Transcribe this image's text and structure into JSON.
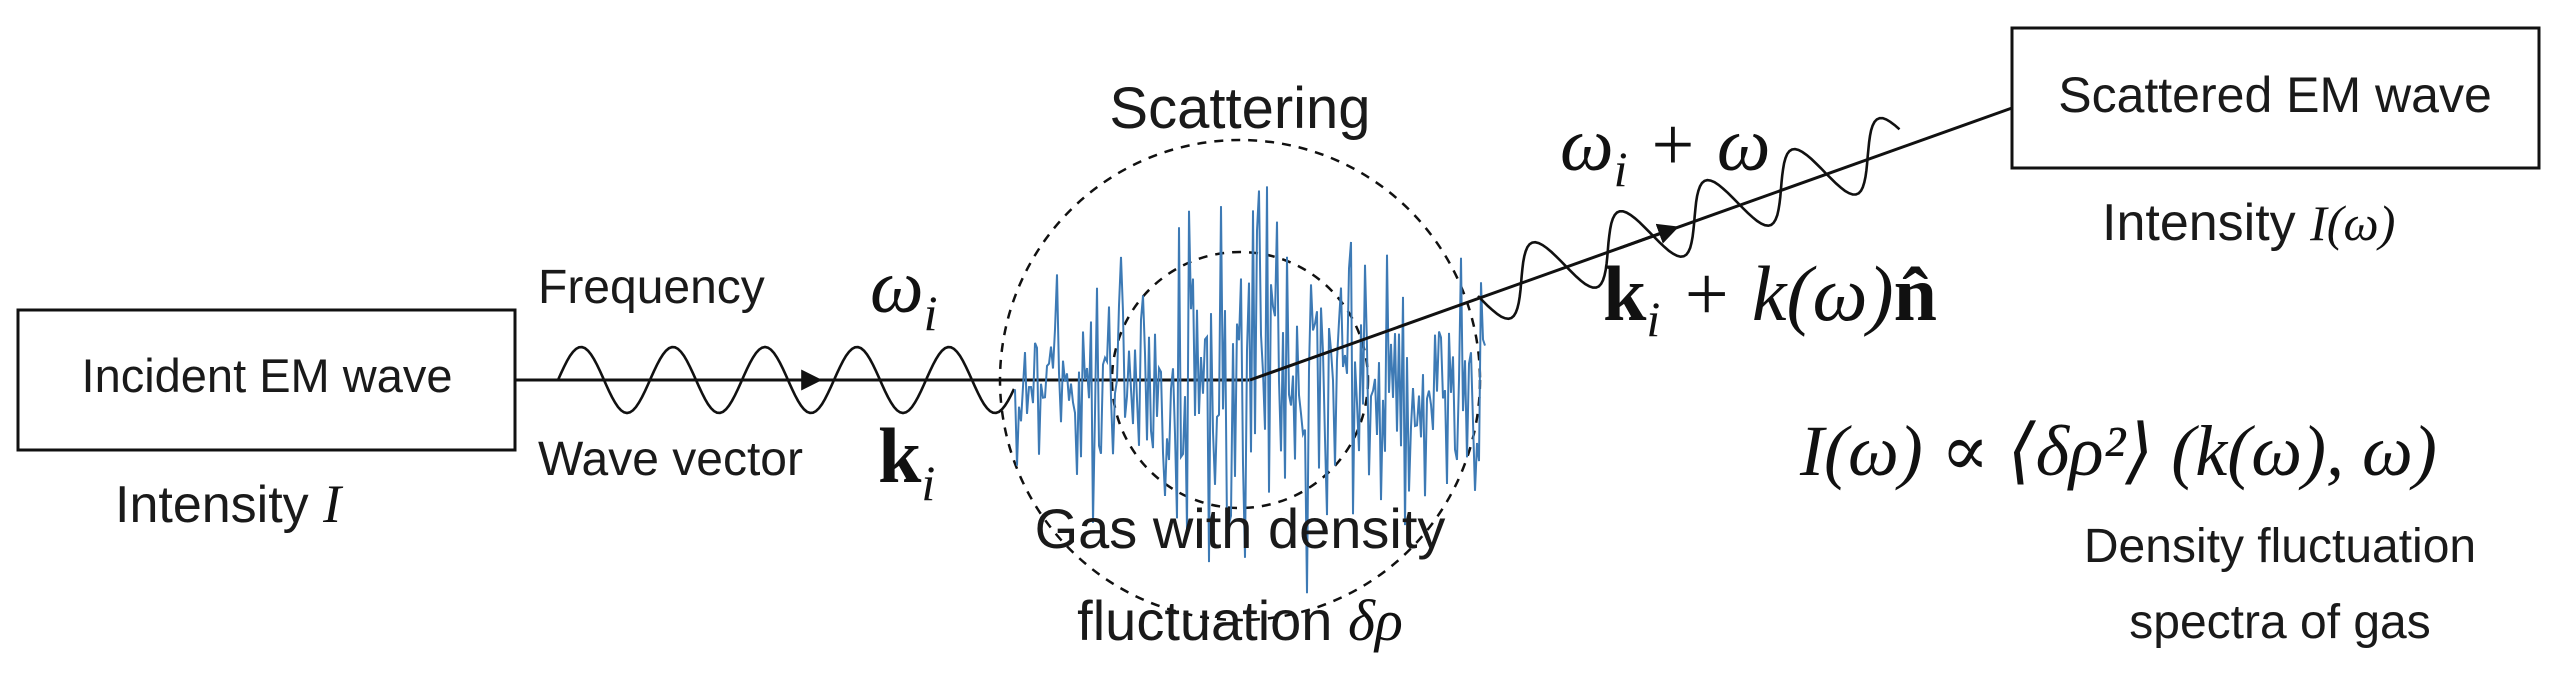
{
  "incident": {
    "box_label": "Incident EM wave",
    "intensity_prefix": "Intensity",
    "intensity_symbol": "I",
    "frequency_label": "Frequency",
    "frequency_symbol": "ω",
    "frequency_sub": "i",
    "wavevector_label": "Wave vector",
    "wavevector_symbol": "k",
    "wavevector_sub": "i"
  },
  "scattering": {
    "label": "Scattering",
    "gas_line1": "Gas with density",
    "gas_line2_prefix": "fluctuation",
    "gas_symbol": "δρ"
  },
  "scattered": {
    "box_label": "Scattered EM wave",
    "intensity_prefix": "Intensity",
    "intensity_symbol": "I(ω)",
    "frequency": {
      "symbol": "ω",
      "sub": "i",
      "rest": " + ω"
    },
    "wavevector": {
      "k": "k",
      "sub": "i",
      "rest": " + k(ω)",
      "nhat": "n̂"
    }
  },
  "formula": {
    "text": "I(ω) ∝ ⟨δρ²⟩ (k(ω), ω)",
    "caption_line1": "Density fluctuation",
    "caption_line2": "spectra of gas"
  },
  "colors": {
    "ink": "#111111",
    "noise": "#3d7ab5"
  }
}
